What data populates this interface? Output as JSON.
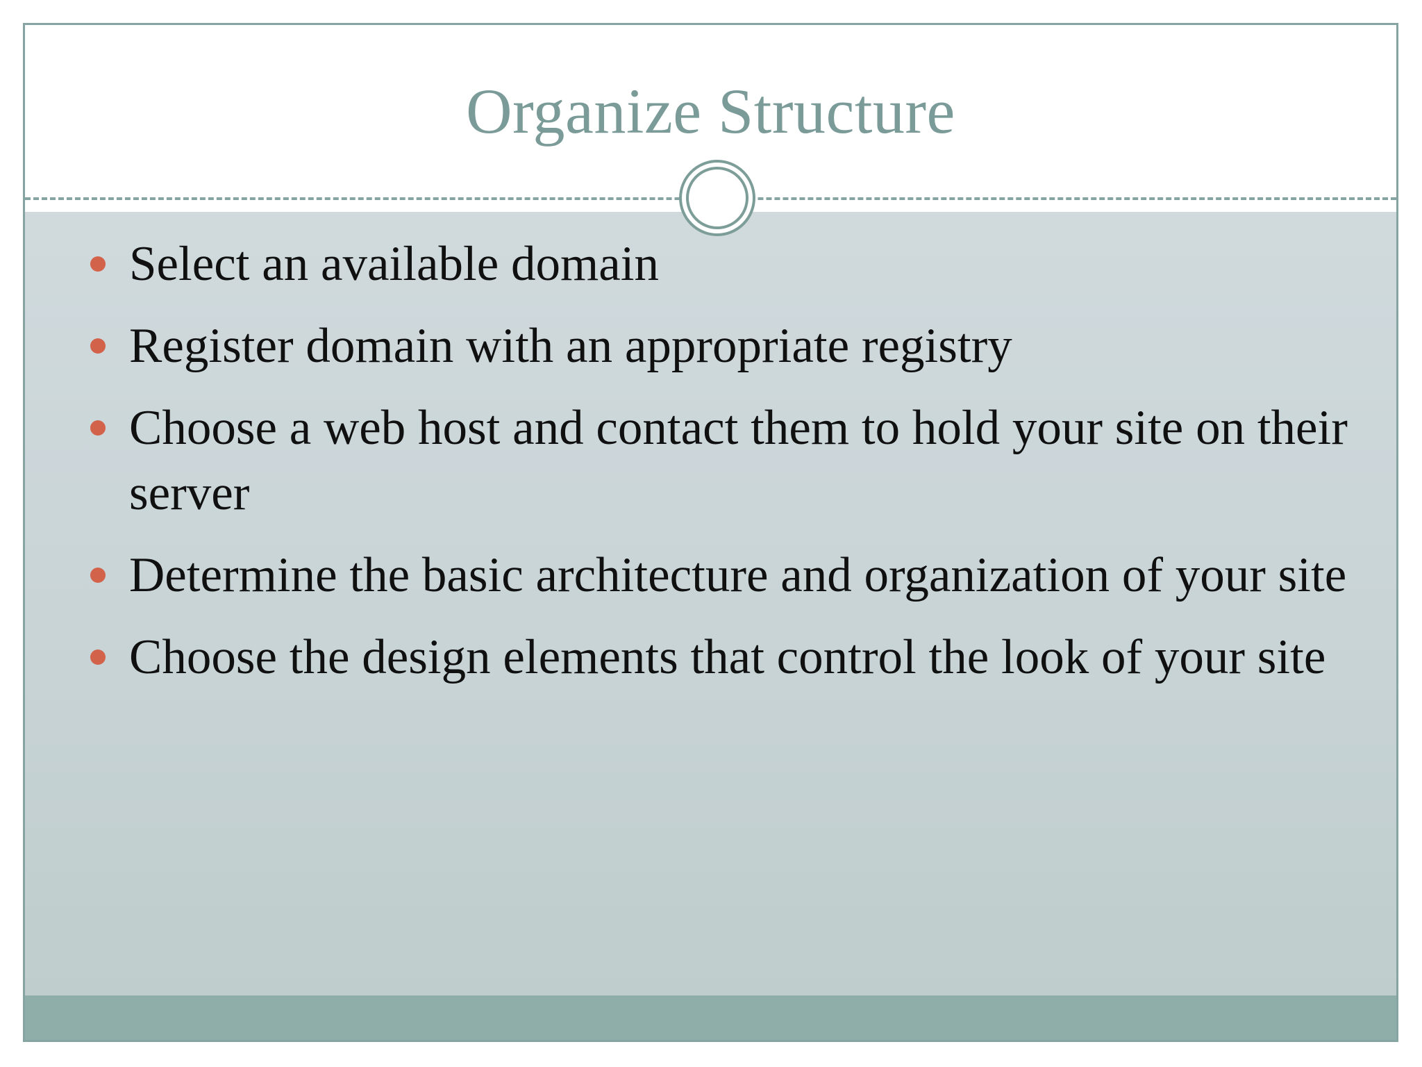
{
  "slide": {
    "title": "Organize Structure",
    "bullets": [
      {
        "text": "Select an available domain"
      },
      {
        "text": "Register domain with an appropriate registry"
      },
      {
        "text": "Choose a web host and contact them to hold your site on their server"
      },
      {
        "text": "Determine the basic architecture and organization of your site"
      },
      {
        "text": "Choose the design elements that control the look of your site"
      }
    ],
    "colors": {
      "title_text": "#7a9b98",
      "body_text": "#101010",
      "bullet_marker": "#d2624a",
      "border": "#86a5a2",
      "divider": "#86a5a2",
      "ornament_ring": "#7d9d99",
      "title_background": "#ffffff",
      "body_background_top": "#d0dadd",
      "body_background_bottom": "#bfcdcc",
      "footer_bar": "#8fada9"
    }
  }
}
